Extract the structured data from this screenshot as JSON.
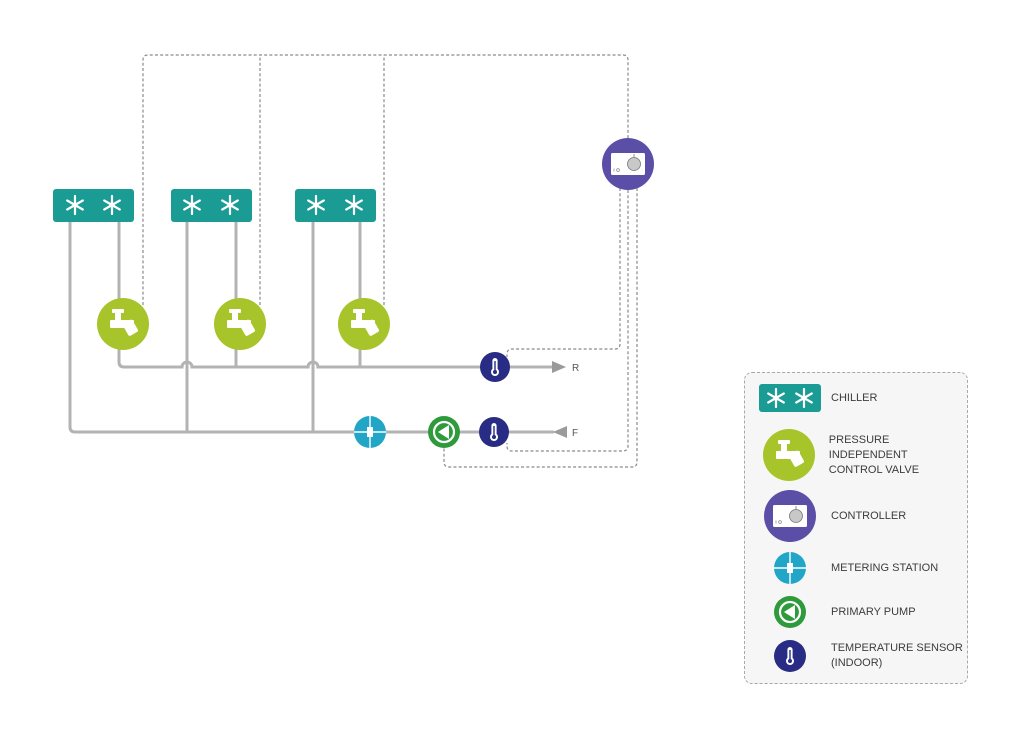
{
  "colors": {
    "pipe": "#b3b3b3",
    "signal": "#8a8a8a",
    "chiller": "#1a9b93",
    "valve": "#a7c52a",
    "controller": "#5b4ea6",
    "metering": "#21a6c8",
    "pump": "#2e9a3c",
    "sensor": "#282c84"
  },
  "icons": {
    "chiller": "snowflake-icon",
    "valve": "control-valve-icon",
    "controller": "controller-icon",
    "metering": "metering-station-icon",
    "pump": "pump-icon",
    "sensor": "thermometer-icon"
  },
  "diagram": {
    "return_label": "R",
    "flow_label": "F"
  },
  "legend": {
    "items": [
      {
        "key": "chiller",
        "lines": [
          "CHILLER"
        ]
      },
      {
        "key": "valve",
        "lines": [
          "PRESSURE INDEPENDENT",
          "CONTROL VALVE"
        ]
      },
      {
        "key": "controller",
        "lines": [
          "CONTROLLER"
        ]
      },
      {
        "key": "metering",
        "lines": [
          "METERING STATION"
        ]
      },
      {
        "key": "pump",
        "lines": [
          "PRIMARY PUMP"
        ]
      },
      {
        "key": "sensor",
        "lines": [
          "TEMPERATURE SENSOR",
          "(INDOOR)"
        ]
      }
    ]
  }
}
